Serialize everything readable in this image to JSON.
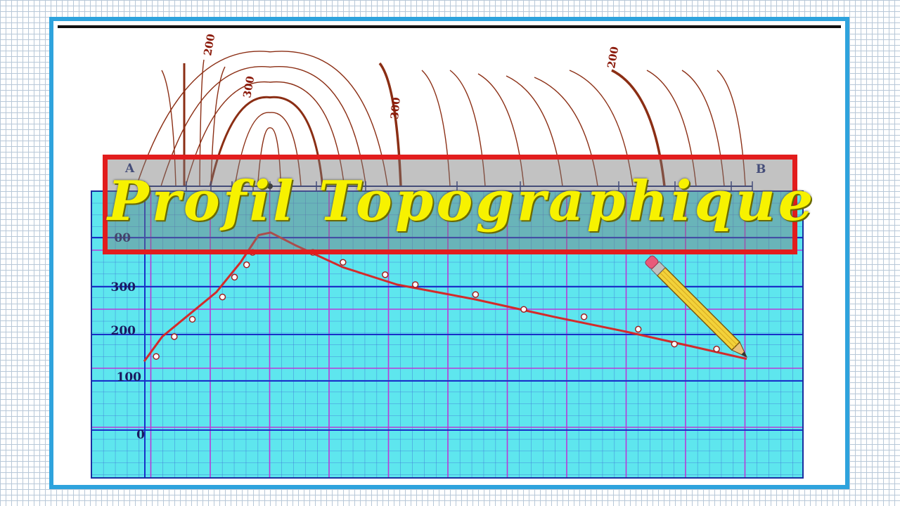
{
  "title": "Profil Topographique",
  "points": {
    "start": "A",
    "end": "B"
  },
  "contour_labels": [
    "200",
    "300",
    "300",
    "200"
  ],
  "y_tick_labels": [
    "00",
    "300",
    "200",
    "100",
    "0"
  ],
  "colors": {
    "frame": "#2ea3dd",
    "banner_border": "#e21d1d",
    "title": "#f7f200",
    "profile_line": "#d42a2a",
    "contours": "#8b2e14",
    "graph_paper": "#5ee6ee"
  },
  "profile": {
    "samples": [
      {
        "d": 0.0,
        "alt": 150
      },
      {
        "d": 0.03,
        "alt": 200
      },
      {
        "d": 0.07,
        "alt": 240
      },
      {
        "d": 0.12,
        "alt": 290
      },
      {
        "d": 0.16,
        "alt": 350
      },
      {
        "d": 0.19,
        "alt": 405
      },
      {
        "d": 0.21,
        "alt": 410
      },
      {
        "d": 0.25,
        "alt": 385
      },
      {
        "d": 0.33,
        "alt": 340
      },
      {
        "d": 0.42,
        "alt": 305
      },
      {
        "d": 0.55,
        "alt": 275
      },
      {
        "d": 0.68,
        "alt": 240
      },
      {
        "d": 0.8,
        "alt": 210
      },
      {
        "d": 0.91,
        "alt": 180
      },
      {
        "d": 1.0,
        "alt": 155
      }
    ],
    "marked_points": [
      {
        "d": 0.02,
        "alt": 160
      },
      {
        "d": 0.05,
        "alt": 200
      },
      {
        "d": 0.08,
        "alt": 235
      },
      {
        "d": 0.13,
        "alt": 280
      },
      {
        "d": 0.15,
        "alt": 320
      },
      {
        "d": 0.17,
        "alt": 345
      },
      {
        "d": 0.18,
        "alt": 370
      },
      {
        "d": 0.28,
        "alt": 370
      },
      {
        "d": 0.33,
        "alt": 350
      },
      {
        "d": 0.4,
        "alt": 325
      },
      {
        "d": 0.45,
        "alt": 305
      },
      {
        "d": 0.55,
        "alt": 285
      },
      {
        "d": 0.63,
        "alt": 255
      },
      {
        "d": 0.73,
        "alt": 240
      },
      {
        "d": 0.82,
        "alt": 215
      },
      {
        "d": 0.88,
        "alt": 185
      },
      {
        "d": 0.95,
        "alt": 175
      }
    ]
  }
}
